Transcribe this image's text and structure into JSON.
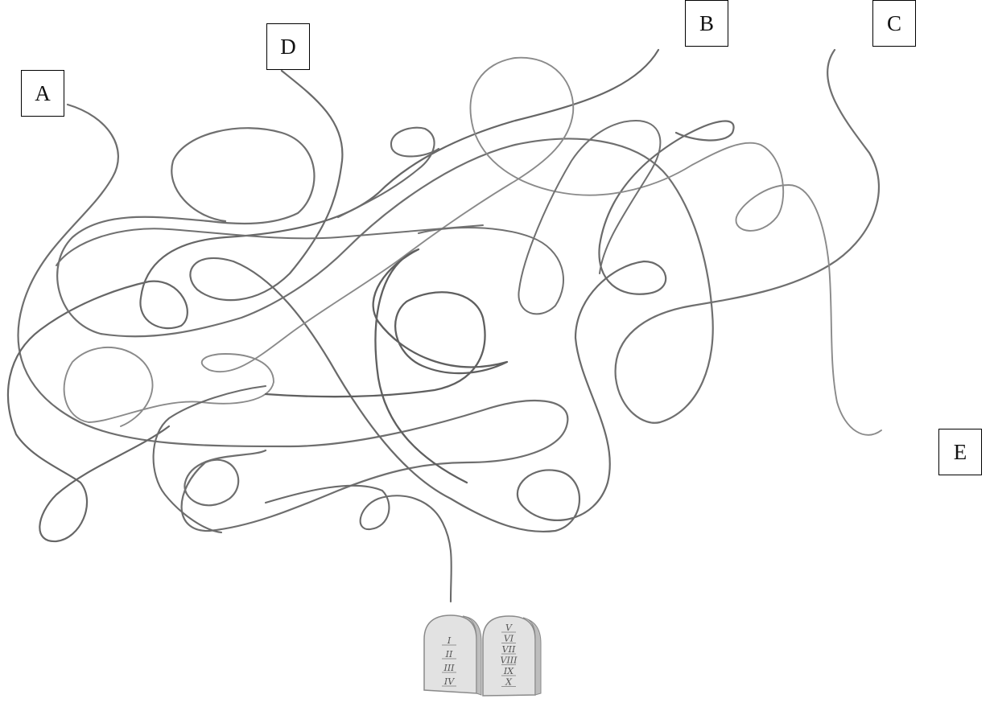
{
  "puzzle": {
    "start_labels": [
      "A",
      "D",
      "B",
      "C",
      "E"
    ],
    "goal_icon": "stone-tablets-icon",
    "tablets": {
      "left_numerals": [
        "I",
        "II",
        "III",
        "IV"
      ],
      "right_numerals": [
        "V",
        "VI",
        "VII",
        "VIII",
        "IX",
        "X"
      ]
    }
  },
  "colors": {
    "line": "#6b6b6b",
    "line_light": "#8a8a8a",
    "box_border": "#000000",
    "tablet_fill": "#d9d9d9",
    "tablet_edge": "#888888"
  }
}
